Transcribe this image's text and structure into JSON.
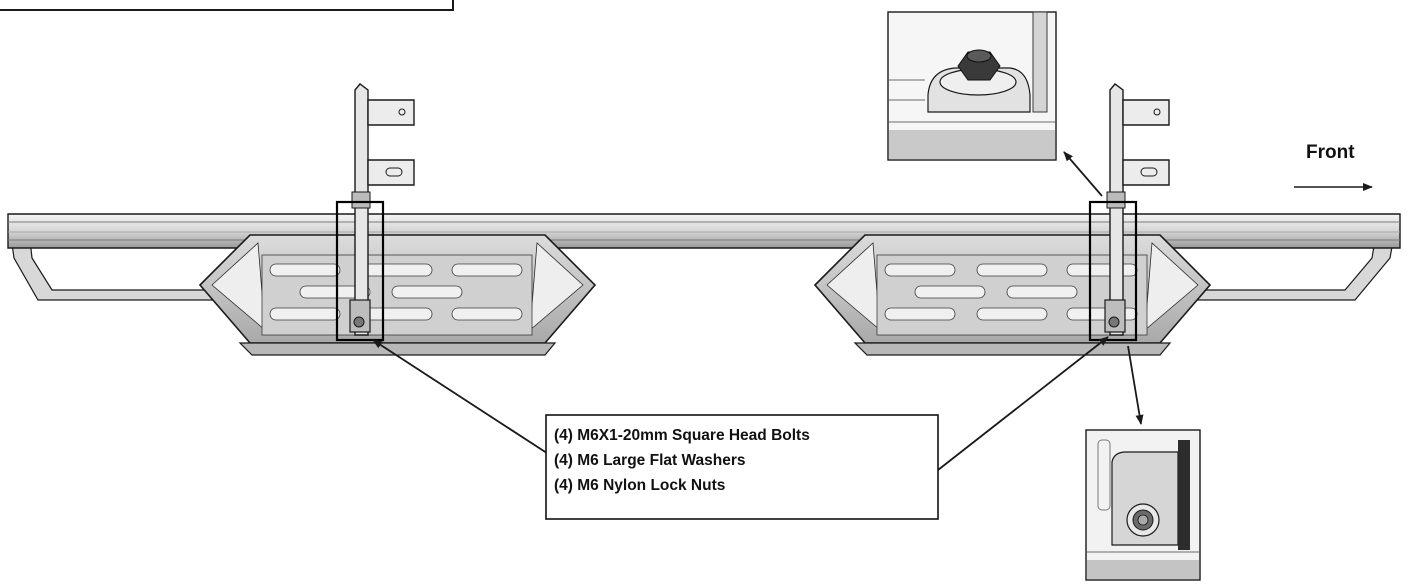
{
  "direction_label": "Front",
  "hardware_callout": {
    "lines": [
      "(4) M6X1-20mm Square Head Bolts",
      "(4) M6 Large Flat Washers",
      "(4) M6 Nylon Lock Nuts"
    ]
  },
  "icons": {
    "direction_arrow": "arrow-right-icon",
    "detail_top": "nut-washer-detail-icon",
    "detail_bottom": "bolt-bracket-detail-icon"
  },
  "colors": {
    "line": "#1a1a1a",
    "metal_light": "#e9e9e9",
    "metal_mid": "#c8c8c8",
    "metal_dark": "#7a7a7a"
  }
}
